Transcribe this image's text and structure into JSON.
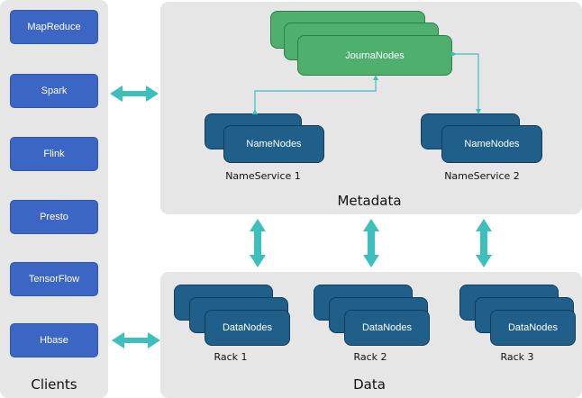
{
  "clients": {
    "title": "Clients",
    "items": [
      "MapReduce",
      "Spark",
      "Flink",
      "Presto",
      "TensorFlow",
      "Hbase"
    ]
  },
  "metadata": {
    "title": "Metadata",
    "journal_label": "JournaNodes",
    "namenode_label": "NameNodes",
    "nameservices": [
      "NameService 1",
      "NameService 2"
    ]
  },
  "data": {
    "title": "Data",
    "datanode_label": "DataNodes",
    "racks": [
      "Rack 1",
      "Rack 2",
      "Rack 3"
    ]
  },
  "colors": {
    "client_blue": "#3b66c4",
    "journal_green": "#4faf6f",
    "node_blue": "#1f5f8a",
    "arrow_teal": "#3cbfbd"
  }
}
